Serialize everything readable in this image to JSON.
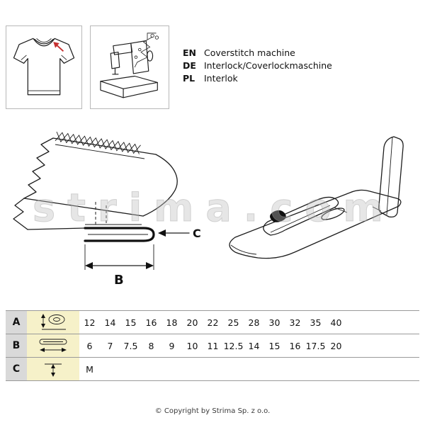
{
  "header": {
    "languages": [
      {
        "code": "EN",
        "label": "Coverstitch machine"
      },
      {
        "code": "DE",
        "label": "Interlock/Coverlockmaschine"
      },
      {
        "code": "PL",
        "label": "Interlok"
      }
    ]
  },
  "diagram": {
    "label_c": "C",
    "label_b": "B"
  },
  "watermark": "strima.com",
  "table": {
    "rows": [
      {
        "id": "A",
        "icon": "tape-roll-width-icon",
        "values": [
          "12",
          "14",
          "15",
          "16",
          "18",
          "20",
          "22",
          "25",
          "28",
          "30",
          "32",
          "35",
          "40"
        ]
      },
      {
        "id": "B",
        "icon": "folded-tape-width-icon",
        "values": [
          "6",
          "7",
          "7.5",
          "8",
          "9",
          "10",
          "11",
          "12.5",
          "14",
          "15",
          "16",
          "17.5",
          "20"
        ]
      },
      {
        "id": "C",
        "icon": "stitch-position-icon",
        "values": [
          "M"
        ]
      }
    ]
  },
  "footer": {
    "copyright": "© Copyright by Strima Sp. z o.o."
  }
}
